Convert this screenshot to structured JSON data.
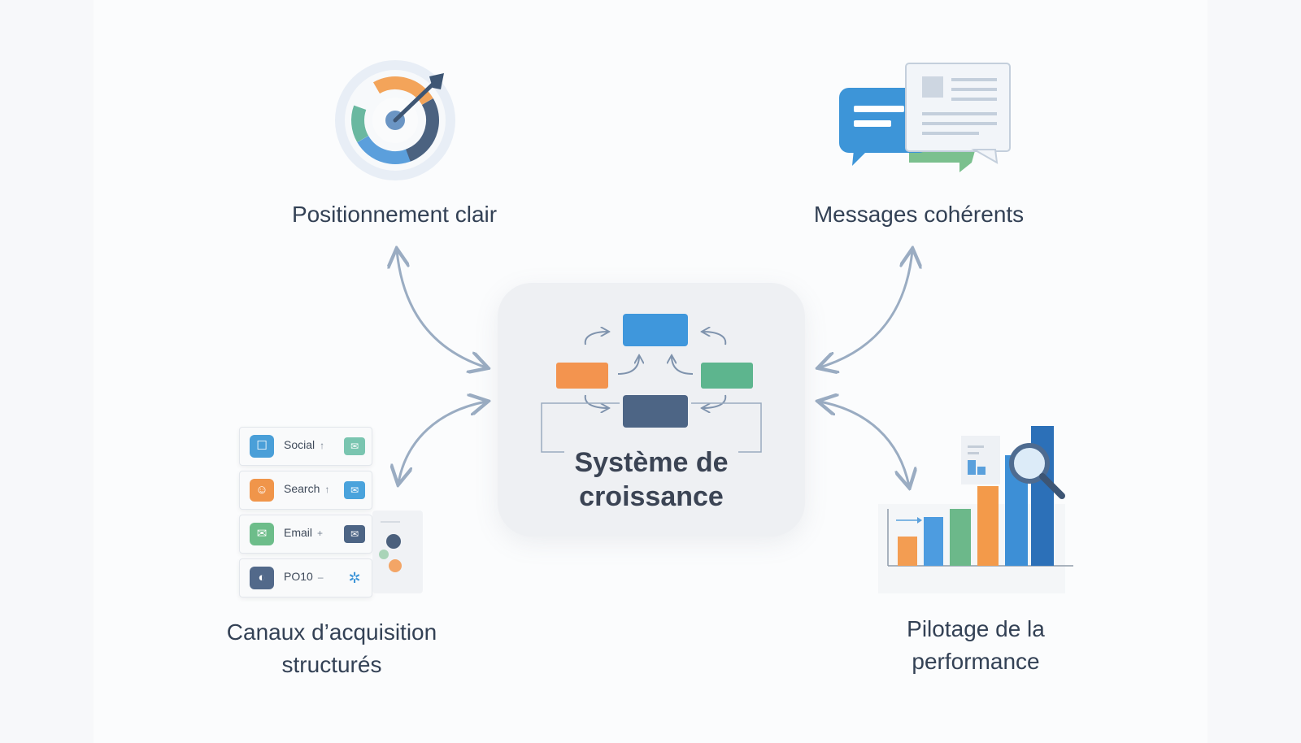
{
  "center": {
    "title_line1": "Système de",
    "title_line2": "croissance"
  },
  "pillars": {
    "positioning": "Positionnement clair",
    "messages": "Messages cohérents",
    "channels_line1": "Canaux d’acquisition",
    "channels_line2": "structurés",
    "steering_line1": "Pilotage de la",
    "steering_line2": "performance"
  },
  "channels": [
    {
      "label": "Social",
      "mark": "↑",
      "color": "#4a9fd8",
      "icon": "social-icon"
    },
    {
      "label": "Search",
      "mark": "↑",
      "color": "#f0954a",
      "icon": "search-icon"
    },
    {
      "label": "Email",
      "mark": "+",
      "color": "#6dbd8a",
      "icon": "email-icon"
    },
    {
      "label": "PO10",
      "mark": "–",
      "color": "#52698a",
      "icon": "paid-icon"
    }
  ],
  "colors": {
    "blue": "#3d8fd6",
    "orange": "#f39a4a",
    "green": "#5fb386",
    "navy": "#4a607c",
    "arrow": "#9aacc2"
  }
}
